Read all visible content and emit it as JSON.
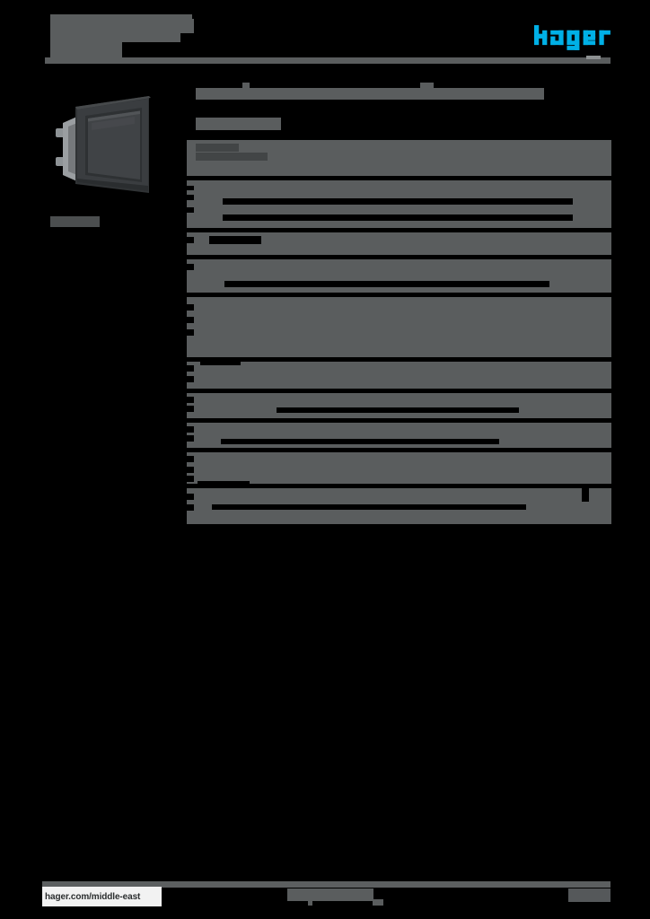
{
  "document": {
    "type": "product-datasheet",
    "background_color": "#000000",
    "redaction_color": "#5a5d5e",
    "brand_color": "#00b0e6"
  },
  "header": {
    "title_line_1": "",
    "title_line_2": "",
    "logo_name": "hager-logo",
    "logo_text": "hager",
    "logo_color": "#00b0e6"
  },
  "product": {
    "image_alt": "wall switch",
    "image_color": "#3a3d40",
    "caption": ""
  },
  "intro": {
    "description": "",
    "reference": ""
  },
  "spec_table": {
    "rows": [
      {
        "label": "",
        "value": ""
      },
      {
        "label": "",
        "value": ""
      },
      {
        "label": "",
        "value": ""
      },
      {
        "label": "",
        "value": ""
      },
      {
        "label": "",
        "value": ""
      },
      {
        "label": "",
        "value": ""
      },
      {
        "label": "",
        "value": ""
      },
      {
        "label": "",
        "value": ""
      },
      {
        "label": "",
        "value": ""
      },
      {
        "label": "",
        "value": ""
      }
    ]
  },
  "footer": {
    "url": "hager.com/middle-east",
    "center_text": "",
    "page_number": ""
  }
}
